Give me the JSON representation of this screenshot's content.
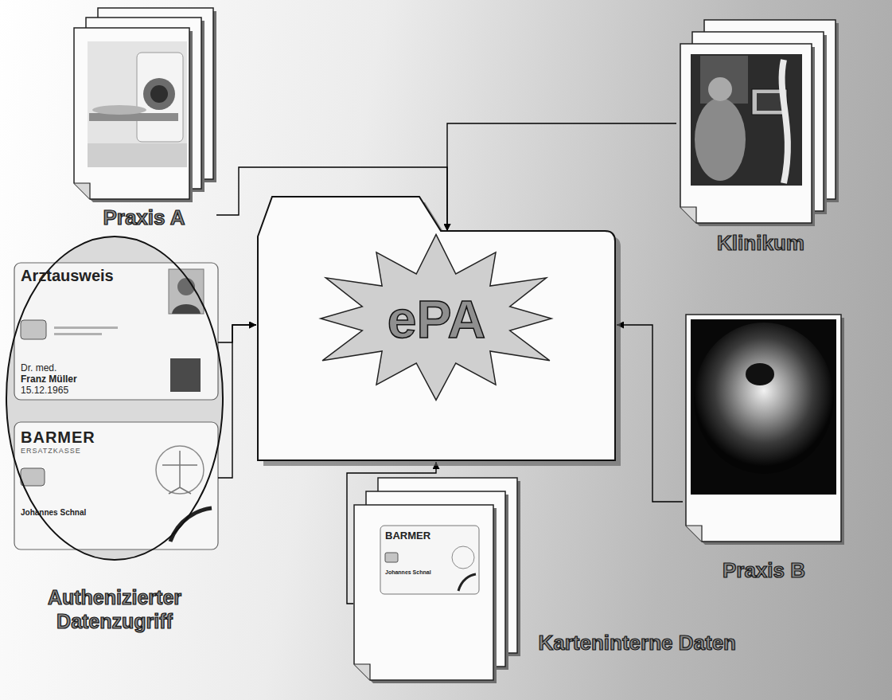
{
  "diagram": {
    "nodes": [
      {
        "text": [
          "Praxis A"
        ]
      },
      {
        "text": [
          "Klinikum"
        ]
      },
      {
        "text": [
          "Authenizierter Datenzugriff"
        ]
      },
      {
        "text": [
          "Arztausweis",
          "Dr. med.",
          "Franz Müller",
          "15.12.1965"
        ],
        "in": 2
      },
      {
        "text": [
          "BARMER",
          "ERSATZKASSE",
          "Johannes Schnal"
        ],
        "in": 2
      },
      {
        "text": [
          "ePA"
        ]
      },
      {
        "text": [
          "Praxis B"
        ]
      },
      {
        "text": [
          "Karteninterne Daten"
        ]
      },
      {
        "text": [
          "BARMER",
          "Johannes Schnal"
        ],
        "in": 7
      }
    ],
    "edges": [
      {
        "from": 0,
        "to": 5,
        "arrow": "to"
      },
      {
        "from": 1,
        "to": 5,
        "arrow": "to"
      },
      {
        "from": 3,
        "to": 5,
        "arrow": "to"
      },
      {
        "from": 4,
        "to": 5,
        "arrow": "to"
      },
      {
        "from": 6,
        "to": 5,
        "arrow": "to"
      },
      {
        "from": 7,
        "to": 5,
        "arrow": "to"
      }
    ]
  }
}
